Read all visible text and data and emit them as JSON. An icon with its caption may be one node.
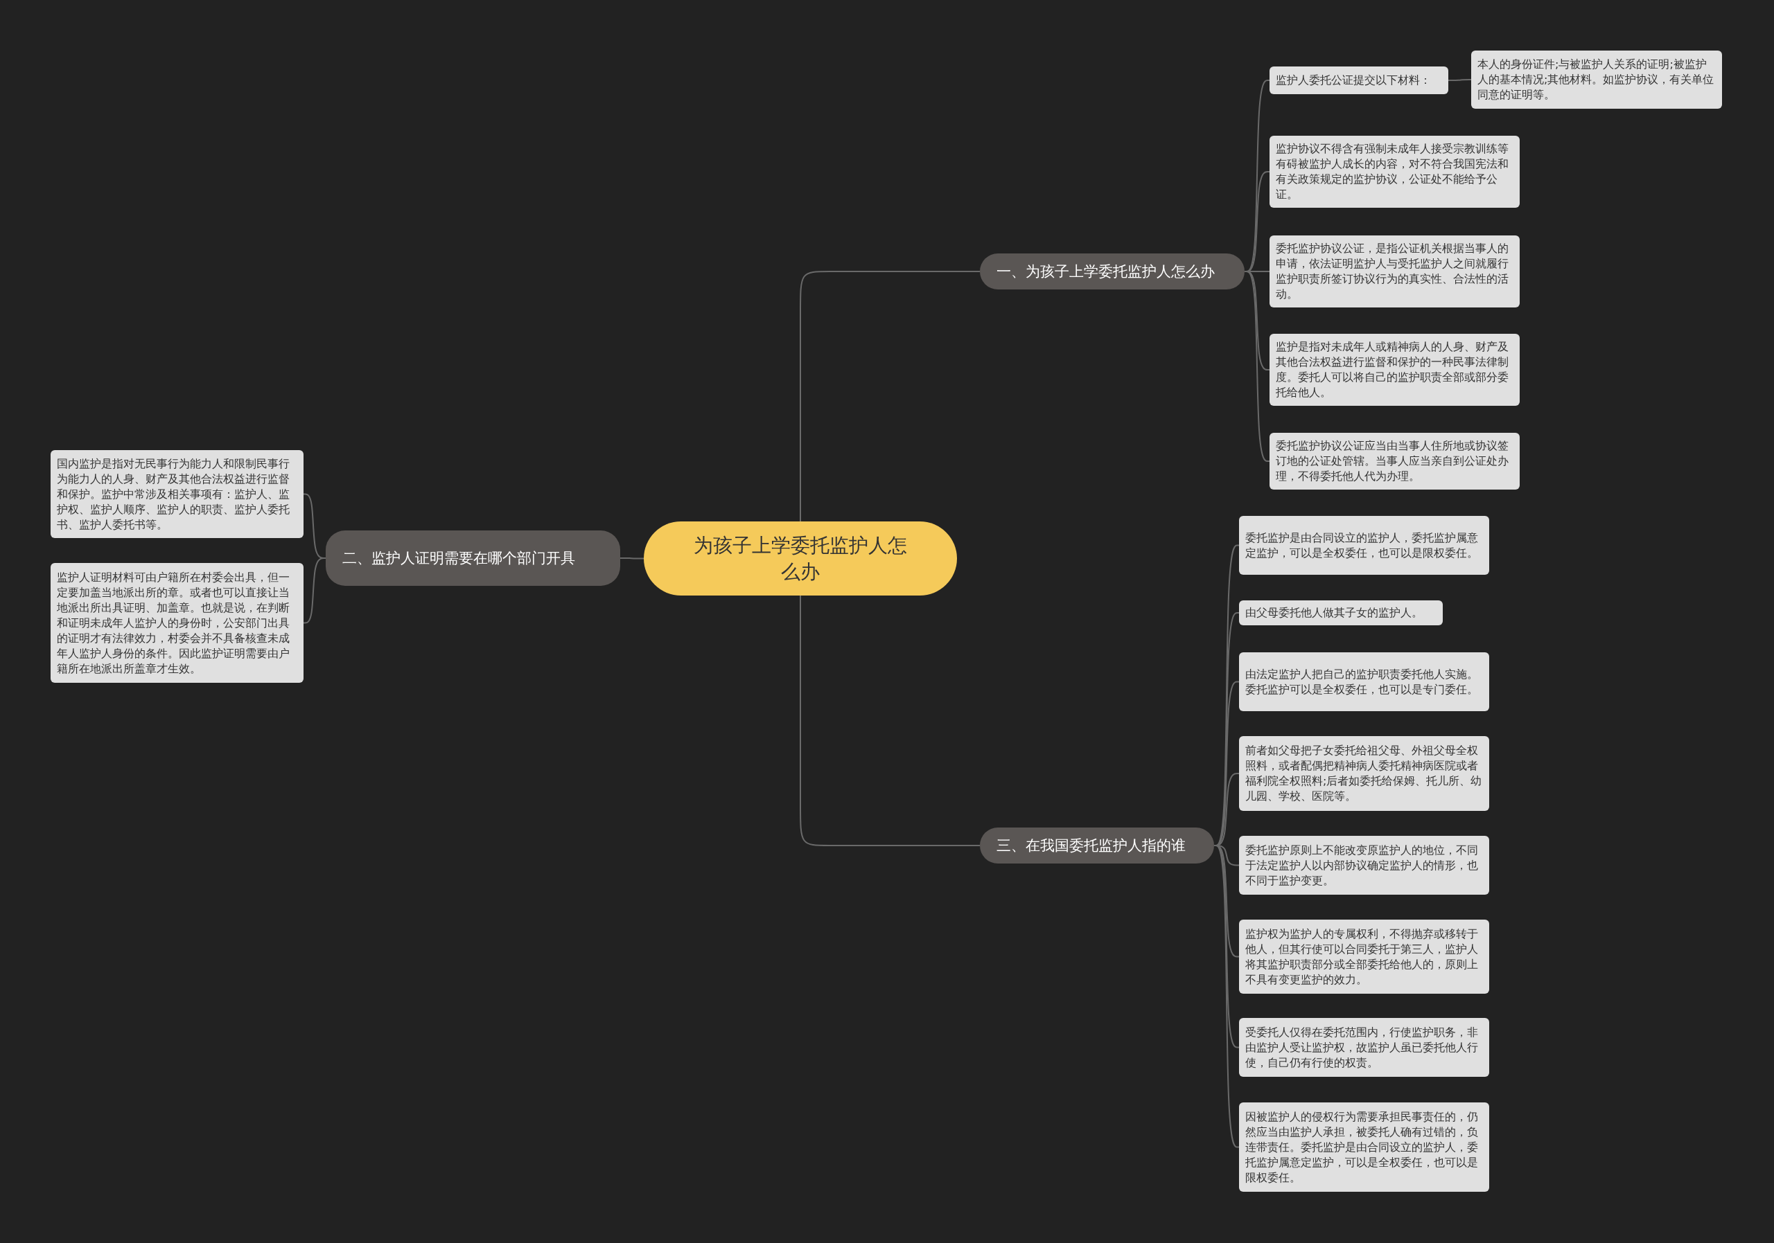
{
  "diagram": {
    "nodes": [
      {
        "text": [
          "为孩子上学委托监护人怎么办"
        ]
      },
      {
        "text": [
          "一、为孩子上学委托监护人怎么办"
        ]
      },
      {
        "text": [
          "监护人委托公证提交以下材料："
        ]
      },
      {
        "text": [
          "本人的身份证件;与被监护人关系的证明;被监护人的基本情况;其他材料。如监护协议，有关单位同意的证明等。"
        ]
      },
      {
        "text": [
          "监护协议不得含有强制未成年人接受宗教训练等有碍被监护人成长的内容，对不符合我国宪法和有关政策规定的监护协议，公证处不能给予公证。"
        ]
      },
      {
        "text": [
          "委托监护协议公证，是指公证机关根据当事人的申请，依法证明监护人与受托监护人之间就履行监护职责所签订协议行为的真实性、合法性的活动。"
        ]
      },
      {
        "text": [
          "监护是指对未成年人或精神病人的人身、财产及其他合法权益进行监督和保护的一种民事法律制度。委托人可以将自己的监护职责全部或部分委托给他人。"
        ]
      },
      {
        "text": [
          "委托监护协议公证应当由当事人住所地或协议签订地的公证处管辖。当事人应当亲自到公证处办理，不得委托他人代为办理。"
        ]
      },
      {
        "text": [
          "二、监护人证明需要在哪个部门开具"
        ]
      },
      {
        "text": [
          "国内监护是指对无民事行为能力人和限制民事行为能力人的人身、财产及其他合法权益进行监督和保护。监护中常涉及相关事项有：监护人、监护权、监护人顺序、监护人的职责、监护人委托书、监护人委托书等。"
        ]
      },
      {
        "text": [
          "监护人证明材料可由户籍所在村委会出具，但一定要加盖当地派出所的章。或者也可以直接让当地派出所出具证明、加盖章。也就是说，在判断和证明未成年人监护人的身份时，公安部门出具的证明才有法律效力，村委会并不具备核查未成年人监护人身份的条件。因此监护证明需要由户籍所在地派出所盖章才生效。"
        ]
      },
      {
        "text": [
          "三、在我国委托监护人指的谁"
        ]
      },
      {
        "text": [
          "委托监护是由合同设立的监护人，委托监护属意定监护，可以是全权委任，也可以是限权委任。"
        ]
      },
      {
        "text": [
          "由父母委托他人做其子女的监护人。"
        ]
      },
      {
        "text": [
          "由法定监护人把自己的监护职责委托他人实施。委托监护可以是全权委任，也可以是专门委任。"
        ]
      },
      {
        "text": [
          "前者如父母把子女委托给祖父母、外祖父母全权照料，或者配偶把精神病人委托精神病医院或者福利院全权照料;后者如委托给保姆、托儿所、幼儿园、学校、医院等。"
        ]
      },
      {
        "text": [
          "委托监护原则上不能改变原监护人的地位，不同于法定监护人以内部协议确定监护人的情形，也不同于监护变更。"
        ]
      },
      {
        "text": [
          "监护权为监护人的专属权利，不得抛弃或移转于他人，但其行使可以合同委托于第三人，监护人将其监护职责部分或全部委托给他人的，原则上不具有变更监护的效力。"
        ]
      },
      {
        "text": [
          "受委托人仅得在委托范围内，行使监护职务，非由监护人受让监护权，故监护人虽已委托他人行使，自己仍有行使的权责。"
        ]
      },
      {
        "text": [
          "因被监护人的侵权行为需要承担民事责任的，仍然应当由监护人承担，被委托人确有过错的，负连带责任。委托监护是由合同设立的监护人，委托监护属意定监护，可以是全权委任，也可以是限权委任。"
        ]
      }
    ],
    "edges": [
      {
        "from": 0,
        "to": 1,
        "arrow": "none"
      },
      {
        "from": 1,
        "to": 2,
        "arrow": "none"
      },
      {
        "from": 2,
        "to": 3,
        "arrow": "none"
      },
      {
        "from": 1,
        "to": 4,
        "arrow": "none"
      },
      {
        "from": 1,
        "to": 5,
        "arrow": "none"
      },
      {
        "from": 1,
        "to": 6,
        "arrow": "none"
      },
      {
        "from": 1,
        "to": 7,
        "arrow": "none"
      },
      {
        "from": 0,
        "to": 8,
        "arrow": "none"
      },
      {
        "from": 8,
        "to": 9,
        "arrow": "none"
      },
      {
        "from": 8,
        "to": 10,
        "arrow": "none"
      },
      {
        "from": 0,
        "to": 11,
        "arrow": "none"
      },
      {
        "from": 11,
        "to": 12,
        "arrow": "none"
      },
      {
        "from": 11,
        "to": 13,
        "arrow": "none"
      },
      {
        "from": 11,
        "to": 14,
        "arrow": "none"
      },
      {
        "from": 11,
        "to": 15,
        "arrow": "none"
      },
      {
        "from": 11,
        "to": 16,
        "arrow": "none"
      },
      {
        "from": 11,
        "to": 17,
        "arrow": "none"
      },
      {
        "from": 11,
        "to": 18,
        "arrow": "none"
      },
      {
        "from": 11,
        "to": 19,
        "arrow": "none"
      }
    ]
  }
}
